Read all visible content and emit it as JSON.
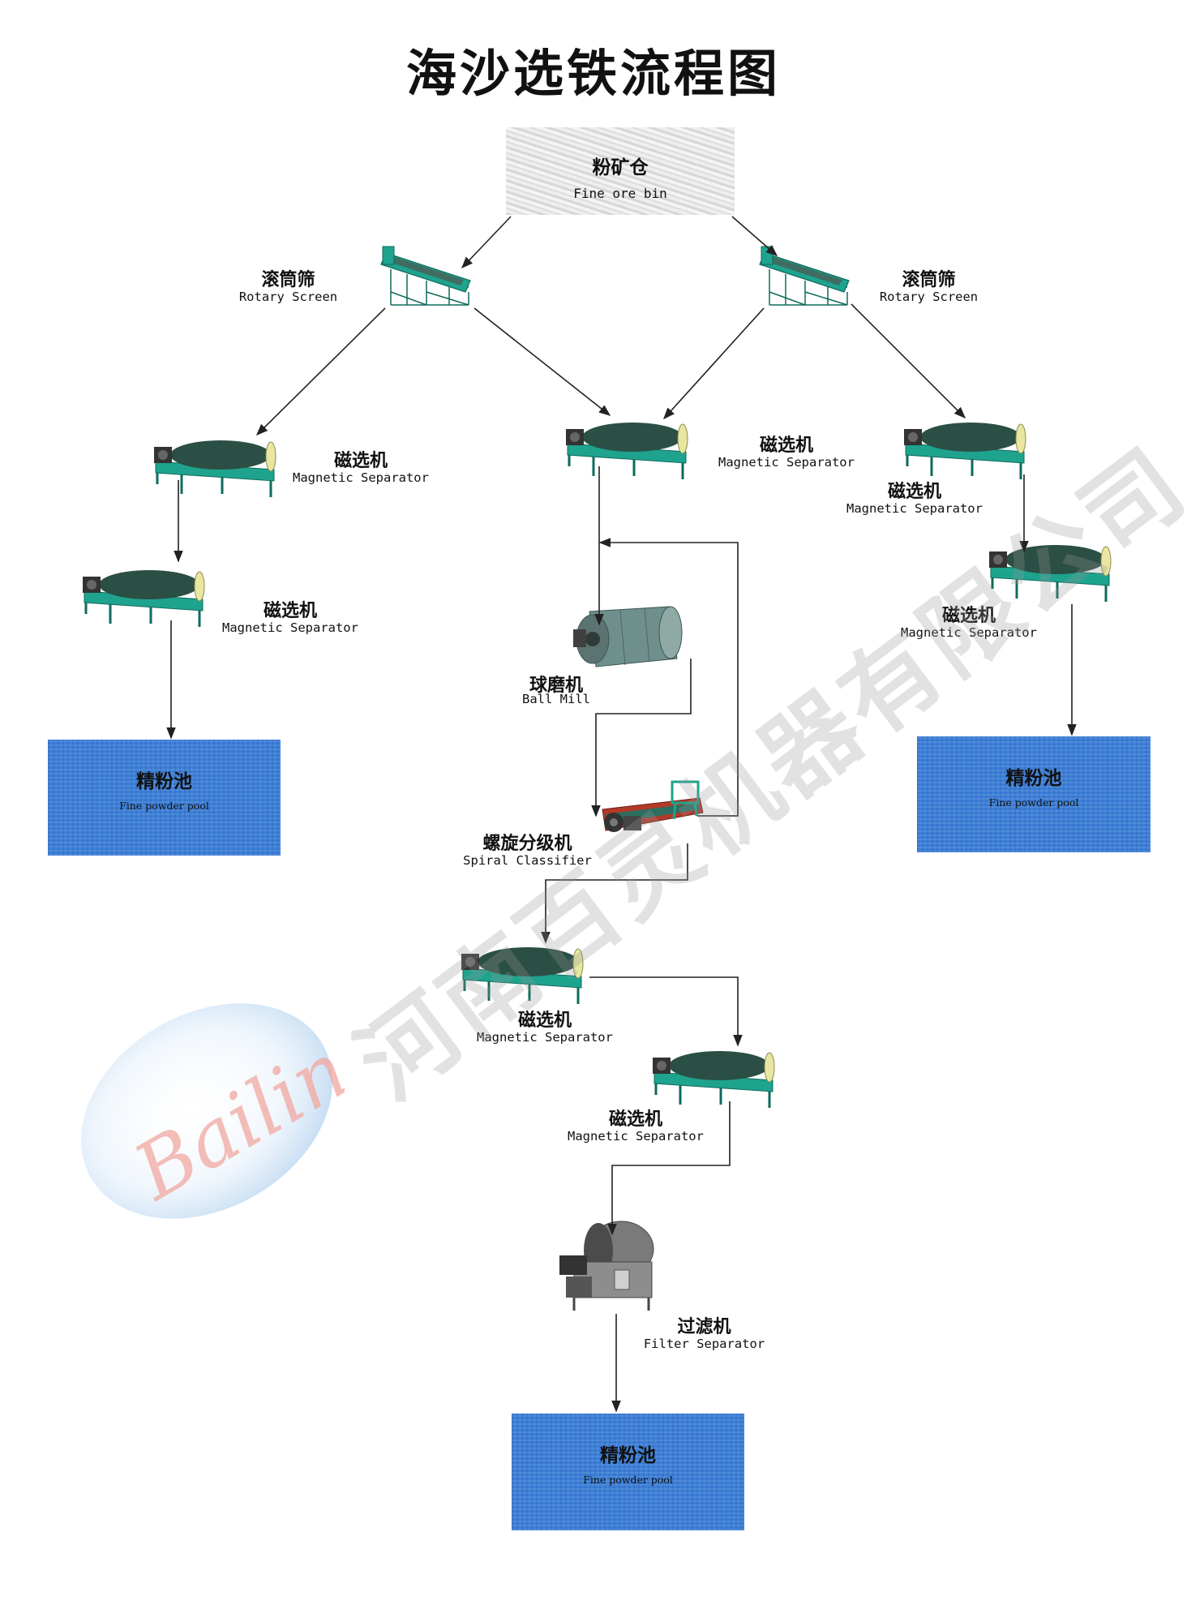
{
  "title": "海沙选铁流程图",
  "watermark": "河南百灵机器有限公司",
  "logo_text": "Bailing",
  "colors": {
    "machine_green": "#1ea38e",
    "drum_dark": "#2b4f45",
    "pool_blue": "#3b7fd6",
    "bin_gray": "#d8d8d8",
    "line": "#222222",
    "logo_blue": "#9fc6ec",
    "logo_red": "#f1a8a0"
  },
  "fine_ore_bin": {
    "cn": "粉矿仓",
    "en": "Fine ore bin"
  },
  "rotary_screen_left": {
    "cn": "滚筒筛",
    "en": "Rotary Screen"
  },
  "rotary_screen_right": {
    "cn": "滚筒筛",
    "en": "Rotary Screen"
  },
  "mag_left_1": {
    "cn": "磁选机",
    "en": "Magnetic Separator"
  },
  "mag_left_2": {
    "cn": "磁选机",
    "en": "Magnetic Separator"
  },
  "mag_center_1": {
    "cn": "磁选机",
    "en": "Magnetic Separator"
  },
  "mag_right_1": {
    "cn": "磁选机",
    "en": "Magnetic Separator"
  },
  "mag_right_2": {
    "cn": "磁选机",
    "en": "Magnetic Separator"
  },
  "ball_mill": {
    "cn": "球磨机",
    "en": "Ball Mill"
  },
  "spiral_classifier": {
    "cn": "螺旋分级机",
    "en": "Spiral Classifier"
  },
  "mag_center_2": {
    "cn": "磁选机",
    "en": "Magnetic Separator"
  },
  "mag_center_3": {
    "cn": "磁选机",
    "en": "Magnetic Separator"
  },
  "filter": {
    "cn": "过滤机",
    "en": "Filter Separator"
  },
  "pool_left": {
    "cn": "精粉池",
    "en": "Fine powder pool"
  },
  "pool_right": {
    "cn": "精粉池",
    "en": "Fine powder pool"
  },
  "pool_bottom": {
    "cn": "精粉池",
    "en": "Fine powder pool"
  }
}
